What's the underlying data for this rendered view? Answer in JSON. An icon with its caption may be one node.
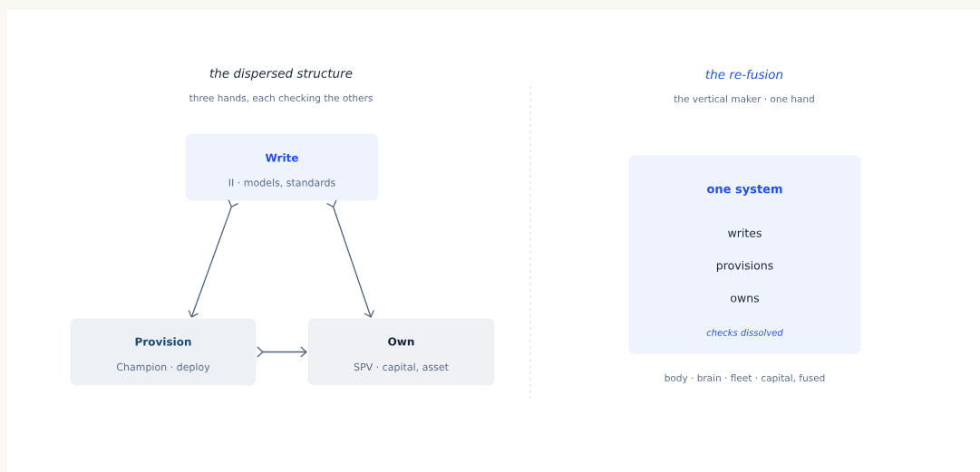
{
  "diagram": {
    "nodes": [
      {
        "text": [
          "Write",
          "II · models, standards"
        ]
      },
      {
        "text": [
          "Provision",
          "Champion · deploy"
        ]
      },
      {
        "text": [
          "Own",
          "SPV · capital, asset"
        ]
      },
      {
        "text": [
          "one system",
          "writes",
          "provisions",
          "owns",
          "checks dissolved"
        ],
        "beside": [
          "body · brain · fleet · capital, fused"
        ]
      }
    ],
    "edges": [
      {
        "from": 0,
        "to": 1,
        "arrow": "to"
      },
      {
        "from": 0,
        "to": 2,
        "arrow": "to"
      },
      {
        "from": 1,
        "to": 2,
        "arrow": "to"
      }
    ],
    "labels": [
      "the dispersed structure",
      "three hands, each checking the others",
      "the re-fusion",
      "the vertical maker · one hand"
    ]
  }
}
